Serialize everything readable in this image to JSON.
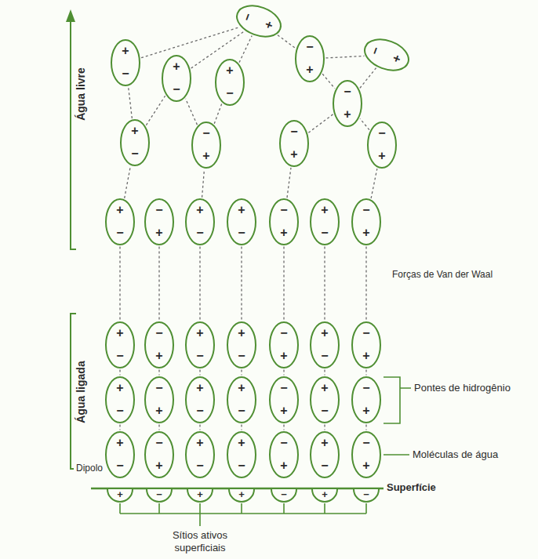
{
  "diagram": {
    "nodes": [
      {
        "text": [
          "−",
          "+"
        ]
      },
      {
        "text": [
          "+",
          "−"
        ]
      },
      {
        "text": [
          "+",
          "−"
        ]
      },
      {
        "text": [
          "+",
          "−"
        ]
      },
      {
        "text": [
          "−",
          "+"
        ]
      },
      {
        "text": [
          "−",
          "+"
        ]
      },
      {
        "text": [
          "−",
          "+"
        ]
      },
      {
        "text": [
          "+",
          "−"
        ]
      },
      {
        "text": [
          "−",
          "+"
        ]
      },
      {
        "text": [
          "−",
          "+"
        ]
      },
      {
        "text": [
          "−",
          "+"
        ]
      },
      {
        "text": [
          "+",
          "−"
        ]
      },
      {
        "text": [
          "−",
          "+"
        ]
      },
      {
        "text": [
          "+",
          "−"
        ]
      },
      {
        "text": [
          "+",
          "−"
        ]
      },
      {
        "text": [
          "−",
          "+"
        ]
      },
      {
        "text": [
          "+",
          "−"
        ]
      },
      {
        "text": [
          "−",
          "+"
        ]
      },
      {
        "text": [
          "+",
          "−"
        ]
      },
      {
        "text": [
          "−",
          "+"
        ]
      },
      {
        "text": [
          "+",
          "−"
        ]
      },
      {
        "text": [
          "+",
          "−"
        ]
      },
      {
        "text": [
          "−",
          "+"
        ]
      },
      {
        "text": [
          "+",
          "−"
        ]
      },
      {
        "text": [
          "−",
          "+"
        ]
      },
      {
        "text": [
          "+",
          "−"
        ]
      },
      {
        "text": [
          "−",
          "+"
        ]
      },
      {
        "text": [
          "+",
          "−"
        ]
      },
      {
        "text": [
          "+",
          "−"
        ]
      },
      {
        "text": [
          "−",
          "+"
        ]
      },
      {
        "text": [
          "+",
          "−"
        ]
      },
      {
        "text": [
          "−",
          "+"
        ]
      },
      {
        "text": [
          "+",
          "−"
        ]
      },
      {
        "text": [
          "−",
          "+"
        ]
      },
      {
        "text": [
          "+",
          "−"
        ]
      },
      {
        "text": [
          "+",
          "−"
        ]
      },
      {
        "text": [
          "−",
          "+"
        ]
      },
      {
        "text": [
          "+",
          "−"
        ]
      },
      {
        "text": [
          "−",
          "+"
        ]
      },
      {
        "text": [
          "+"
        ]
      },
      {
        "text": [
          "−"
        ]
      },
      {
        "text": [
          "+"
        ]
      },
      {
        "text": [
          "+"
        ]
      },
      {
        "text": [
          "−"
        ]
      },
      {
        "text": [
          "+"
        ]
      },
      {
        "text": [
          "−"
        ]
      }
    ],
    "edges": [
      {
        "from": 1,
        "to": 0,
        "arrow": "none"
      },
      {
        "from": 2,
        "to": 0,
        "arrow": "none"
      },
      {
        "from": 3,
        "to": 0,
        "arrow": "none"
      },
      {
        "from": 0,
        "to": 4,
        "arrow": "none"
      },
      {
        "from": 4,
        "to": 5,
        "arrow": "none"
      },
      {
        "from": 4,
        "to": 6,
        "arrow": "none"
      },
      {
        "from": 6,
        "to": 5,
        "arrow": "none"
      },
      {
        "from": 7,
        "to": 1,
        "arrow": "none"
      },
      {
        "from": 7,
        "to": 2,
        "arrow": "none"
      },
      {
        "from": 8,
        "to": 2,
        "arrow": "none"
      },
      {
        "from": 8,
        "to": 3,
        "arrow": "none"
      },
      {
        "from": 9,
        "to": 6,
        "arrow": "none"
      },
      {
        "from": 10,
        "to": 6,
        "arrow": "none"
      },
      {
        "from": 11,
        "to": 7,
        "arrow": "none"
      },
      {
        "from": 13,
        "to": 8,
        "arrow": "none"
      },
      {
        "from": 15,
        "to": 9,
        "arrow": "none"
      },
      {
        "from": 17,
        "to": 10,
        "arrow": "none"
      },
      {
        "from": 11,
        "to": 18,
        "arrow": "none"
      },
      {
        "from": 12,
        "to": 19,
        "arrow": "none"
      },
      {
        "from": 13,
        "to": 20,
        "arrow": "none"
      },
      {
        "from": 14,
        "to": 21,
        "arrow": "none"
      },
      {
        "from": 15,
        "to": 22,
        "arrow": "none"
      },
      {
        "from": 16,
        "to": 23,
        "arrow": "none"
      },
      {
        "from": 17,
        "to": 24,
        "arrow": "none"
      },
      {
        "from": 18,
        "to": 25,
        "arrow": "none"
      },
      {
        "from": 19,
        "to": 26,
        "arrow": "none"
      },
      {
        "from": 20,
        "to": 27,
        "arrow": "none"
      },
      {
        "from": 21,
        "to": 28,
        "arrow": "none"
      },
      {
        "from": 22,
        "to": 29,
        "arrow": "none"
      },
      {
        "from": 23,
        "to": 30,
        "arrow": "none"
      },
      {
        "from": 24,
        "to": 31,
        "arrow": "none"
      },
      {
        "from": 25,
        "to": 32,
        "arrow": "none"
      },
      {
        "from": 26,
        "to": 33,
        "arrow": "none"
      },
      {
        "from": 27,
        "to": 34,
        "arrow": "none"
      },
      {
        "from": 28,
        "to": 35,
        "arrow": "none"
      },
      {
        "from": 29,
        "to": 36,
        "arrow": "none"
      },
      {
        "from": 30,
        "to": 37,
        "arrow": "none"
      },
      {
        "from": 31,
        "to": 38,
        "arrow": "none"
      }
    ],
    "labels": [
      "Água livre",
      "Água ligada",
      "Forças de Van der Waal",
      "Pontes de hidrogênio",
      "Moléculas de água",
      "Dipolo",
      "Superfície",
      "Sítios ativos superficiais"
    ]
  }
}
